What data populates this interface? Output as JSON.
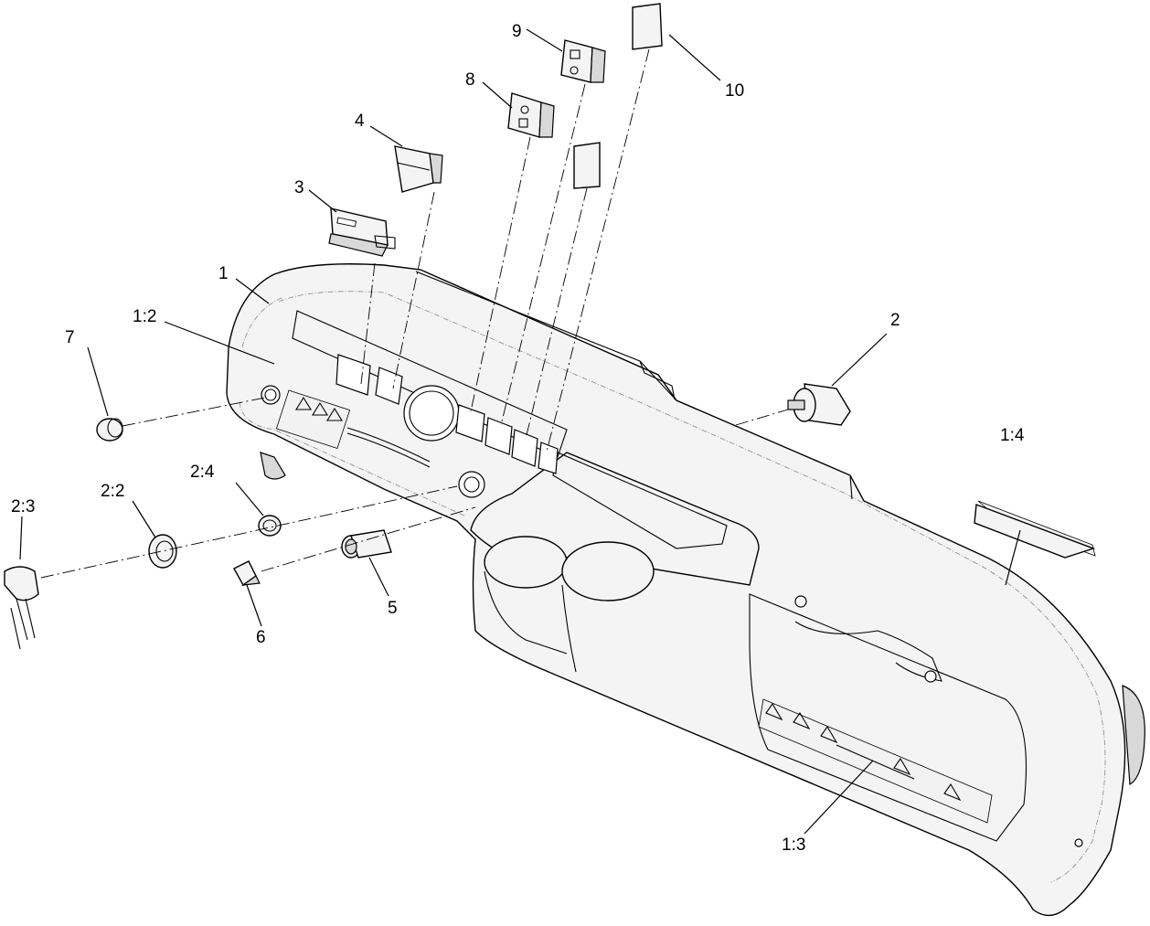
{
  "callouts": {
    "c1": "1",
    "c1_2": "1:2",
    "c1_3": "1:3",
    "c1_4": "1:4",
    "c2": "2",
    "c2_2": "2:2",
    "c2_3": "2:3",
    "c2_4": "2:4",
    "c3": "3",
    "c4": "4",
    "c5": "5",
    "c6": "6",
    "c7": "7",
    "c8": "8",
    "c9": "9",
    "c10": "10"
  },
  "colors": {
    "line": "#000000",
    "part_fill": "#f4f4f4",
    "background": "#ffffff"
  }
}
